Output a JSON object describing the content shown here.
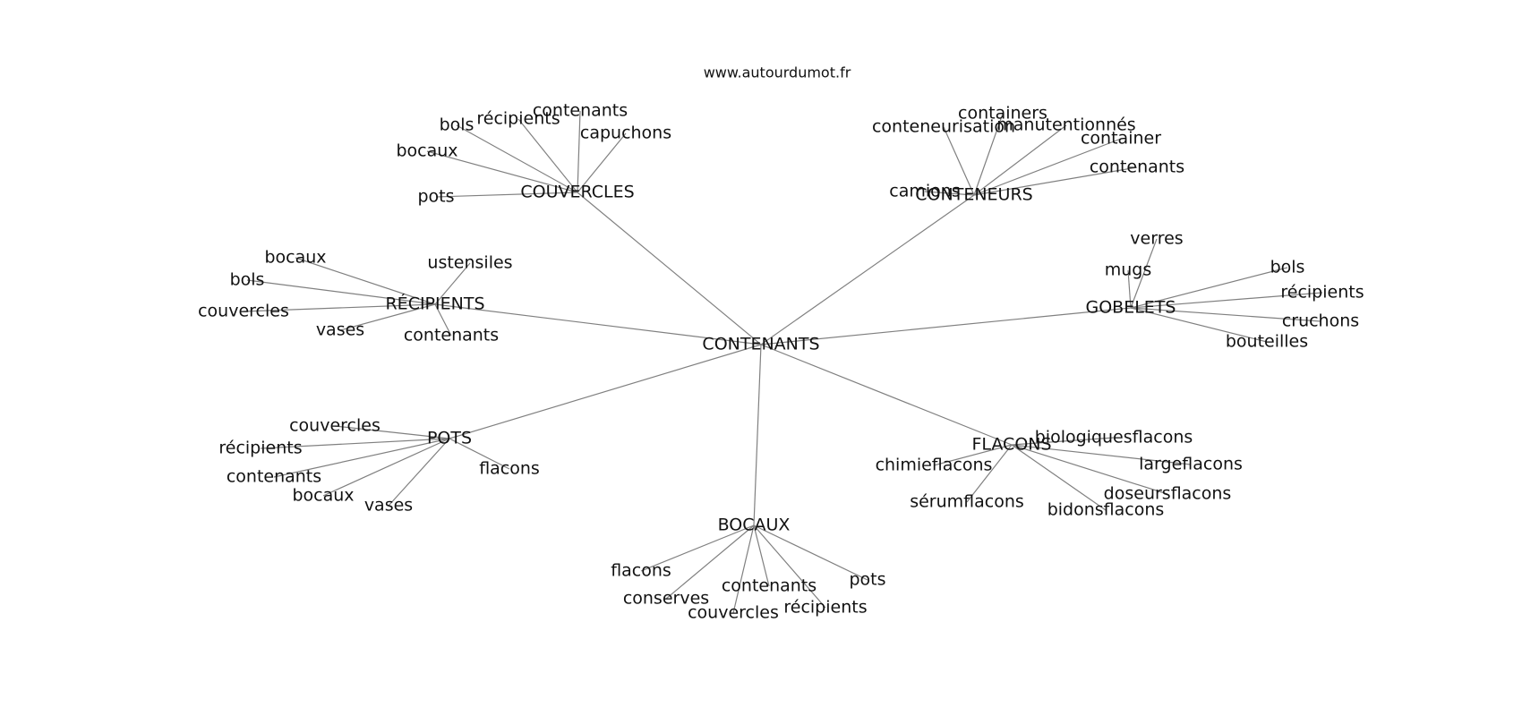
{
  "source": "www.autourdumot.fr",
  "root": "CONTENANTS",
  "clusters": [
    {
      "label": "COUVERCLES",
      "words": [
        "pots",
        "bocaux",
        "bols",
        "récipients",
        "contenants",
        "capuchons"
      ]
    },
    {
      "label": "CONTENEURS",
      "words": [
        "camions",
        "conteneurisation",
        "containers",
        "manutentionnés",
        "container",
        "contenants"
      ]
    },
    {
      "label": "RÉCIPIENTS",
      "words": [
        "bocaux",
        "bols",
        "couvercles",
        "vases",
        "contenants",
        "ustensiles"
      ]
    },
    {
      "label": "GOBELETS",
      "words": [
        "verres",
        "mugs",
        "bols",
        "récipients",
        "cruchons",
        "bouteilles"
      ]
    },
    {
      "label": "POTS",
      "words": [
        "couvercles",
        "récipients",
        "contenants",
        "bocaux",
        "vases",
        "flacons"
      ]
    },
    {
      "label": "FLACONS",
      "words": [
        "biologiquesflacons",
        "largeflacons",
        "doseursflacons",
        "bidonsflacons",
        "sérumflacons",
        "chimieflacons"
      ]
    },
    {
      "label": "BOCAUX",
      "words": [
        "flacons",
        "conserves",
        "couvercles",
        "contenants",
        "récipients",
        "pots"
      ]
    }
  ],
  "colors": {
    "edge": "#808080",
    "text": "#111111",
    "background": "#ffffff"
  }
}
